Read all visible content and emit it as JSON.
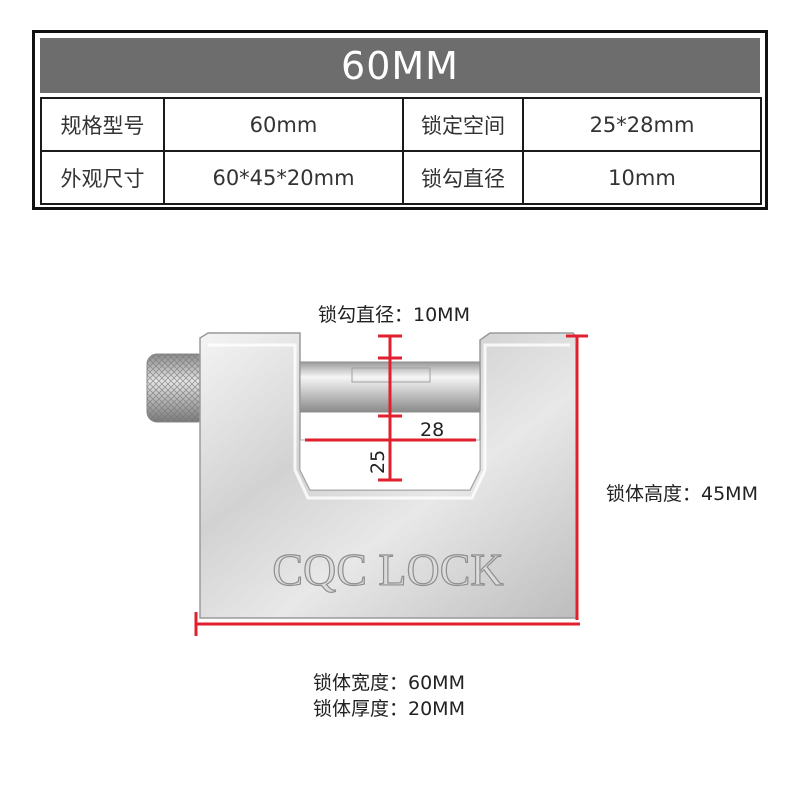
{
  "header": {
    "title": "60MM"
  },
  "specs": {
    "rows": [
      {
        "k1": "规格型号",
        "v1": "60mm",
        "k2": "锁定空间",
        "v2": "25*28mm"
      },
      {
        "k1": "外观尺寸",
        "v1": "60*45*20mm",
        "k2": "锁勾直径",
        "v2": "10mm"
      }
    ]
  },
  "product": {
    "engraving": "CQC LOCK"
  },
  "annotations": {
    "shackle_diameter": "锁勾直径：10MM",
    "body_height": "锁体高度：45MM",
    "body_width": "锁体宽度：60MM",
    "body_thickness": "锁体厚度：20MM",
    "gap_width": "28",
    "gap_height": "25"
  },
  "colors": {
    "header_bg": "#6d6d6d",
    "dimension_line": "#e0202e",
    "border": "#111111"
  }
}
